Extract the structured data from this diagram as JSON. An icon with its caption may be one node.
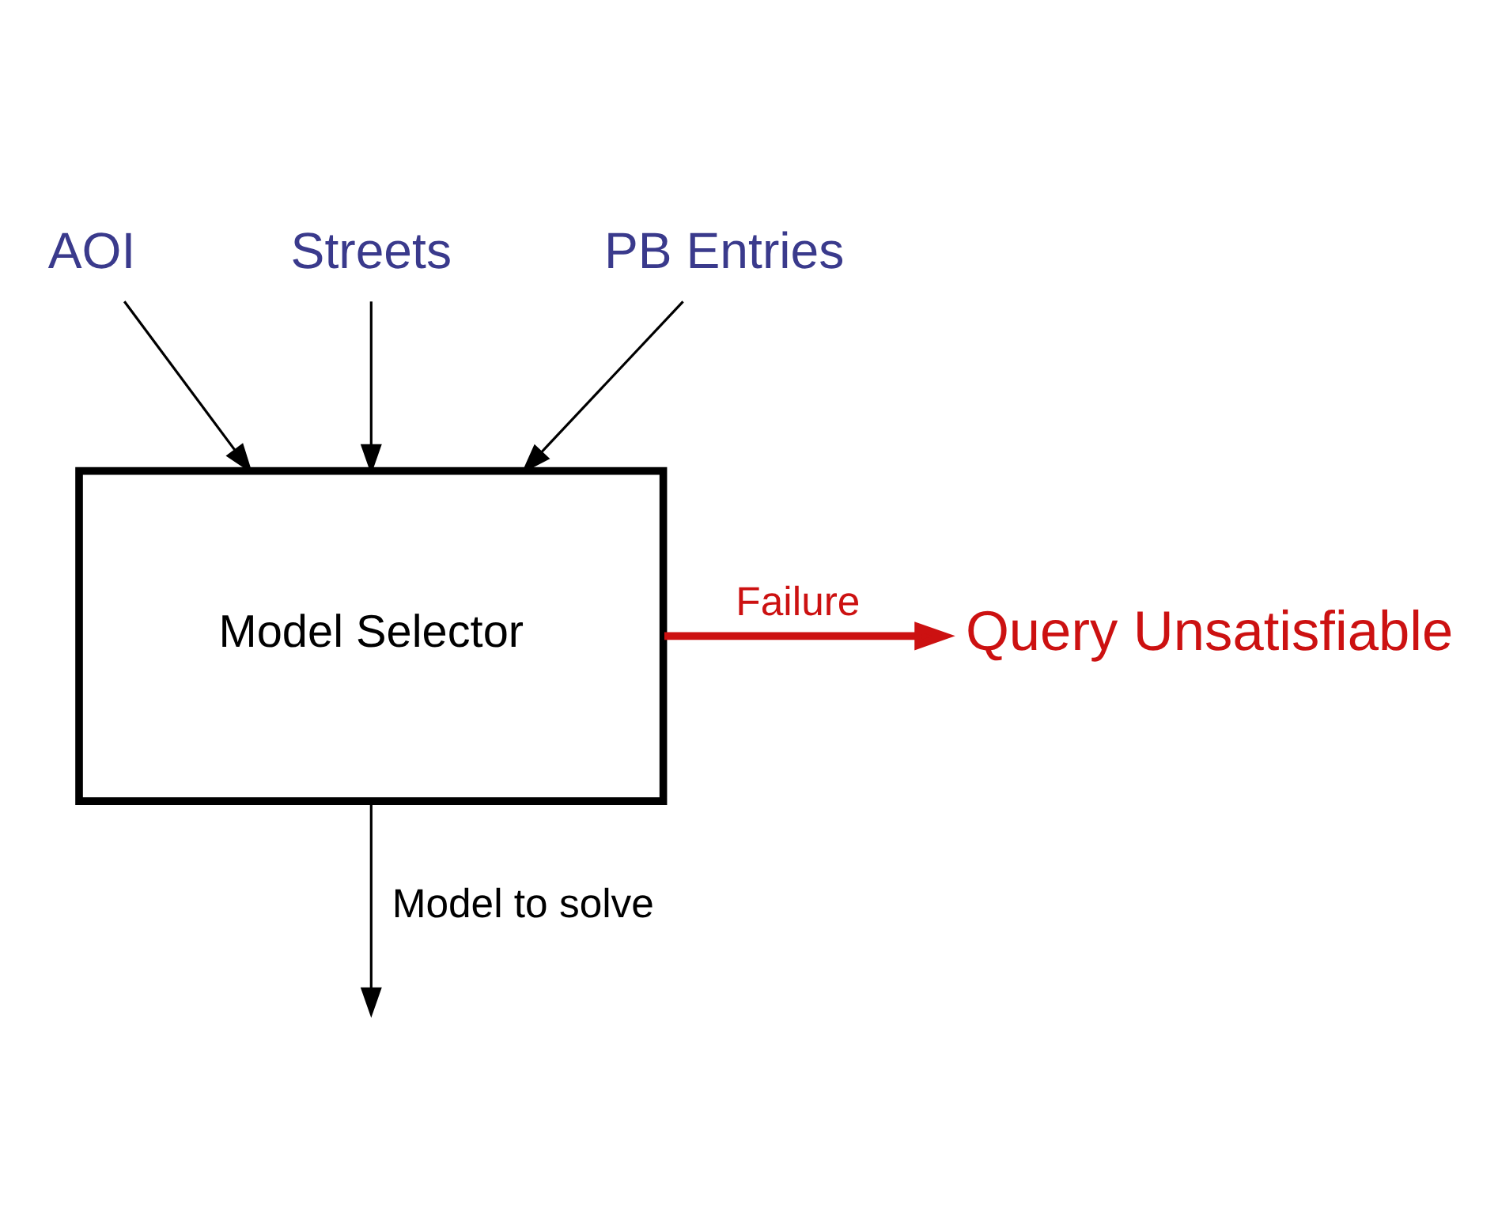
{
  "diagram": {
    "nodes": [
      {
        "text": [
          "AOI"
        ]
      },
      {
        "text": [
          "Streets"
        ]
      },
      {
        "text": [
          "PB Entries"
        ]
      },
      {
        "text": [
          "Model Selector"
        ]
      },
      {
        "text": [
          "Query Unsatisfiable"
        ]
      }
    ],
    "edges": [
      {
        "from": 0,
        "to": 3,
        "arrow": "to"
      },
      {
        "from": 1,
        "to": 3,
        "arrow": "to"
      },
      {
        "from": 2,
        "to": 3,
        "arrow": "to"
      },
      {
        "from": 3,
        "to": 4,
        "arrow": "to",
        "label": "Failure",
        "style": "thick",
        "color": "#cc1111"
      },
      {
        "from": 3,
        "to": null,
        "arrow": "to",
        "label": "Model to solve"
      }
    ]
  }
}
